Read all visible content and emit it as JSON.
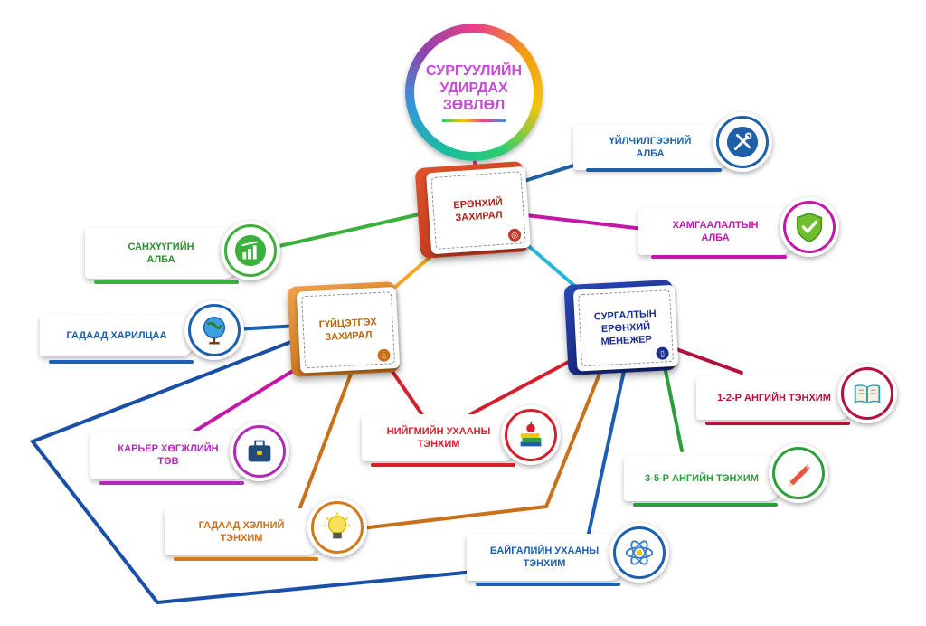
{
  "title": "СУРГУУЛИЙН\nУДИРДАХ\nЗӨВЛӨЛ",
  "hubs": {
    "director": {
      "label": "ЕРӨНХИЙ\nЗАХИРАЛ",
      "color": "#c0392b"
    },
    "executive": {
      "label": "ГҮЙЦЭТГЭХ\nЗАХИРАЛ",
      "color": "#c8701a"
    },
    "training": {
      "label": "СУРГАЛТЫН\nЕРӨНХИЙ\nМЕНЕЖЕР",
      "color": "#1a2f8f"
    }
  },
  "nodes": {
    "service": {
      "label": "ҮЙЛЧИЛГЭЭНИЙ\nАЛБА",
      "color": "#1f5fa8",
      "icon": "tools-icon"
    },
    "security": {
      "label": "ХАМГААЛАЛТЫН\nАЛБА",
      "color": "#c616a8",
      "icon": "shield-check-icon"
    },
    "finance": {
      "label": "САНХҮҮГИЙН\nАЛБА",
      "color": "#3cb03c",
      "icon": "chart-icon"
    },
    "foreign_relations": {
      "label": "ГАДААД ХАРИЛЦАА",
      "color": "#1a5fb4",
      "icon": "globe-icon"
    },
    "career": {
      "label": "КАРЬЕР ХӨГЖЛИЙН\nТӨВ",
      "color": "#b12ab8",
      "icon": "briefcase-icon"
    },
    "social": {
      "label": "НИЙГМИЙН УХААНЫ\nТЭНХИМ",
      "color": "#d61f2c",
      "icon": "books-apple-icon"
    },
    "grade12": {
      "label": "1-2-Р АНГИЙН ТЭНХИМ",
      "color": "#b3123c",
      "icon": "open-book-icon"
    },
    "grade35": {
      "label": "3-5-Р АНГИЙН ТЭНХИМ",
      "color": "#2e9e3b",
      "icon": "pencil-icon"
    },
    "language": {
      "label": "ГАДААД ХЭЛНИЙ\nТЭНХИМ",
      "color": "#d27a18",
      "icon": "lightbulb-icon"
    },
    "science": {
      "label": "БАЙГАЛИЙН УХААНЫ\nТЭНХИМ",
      "color": "#1a5fb4",
      "icon": "atom-icon"
    }
  }
}
